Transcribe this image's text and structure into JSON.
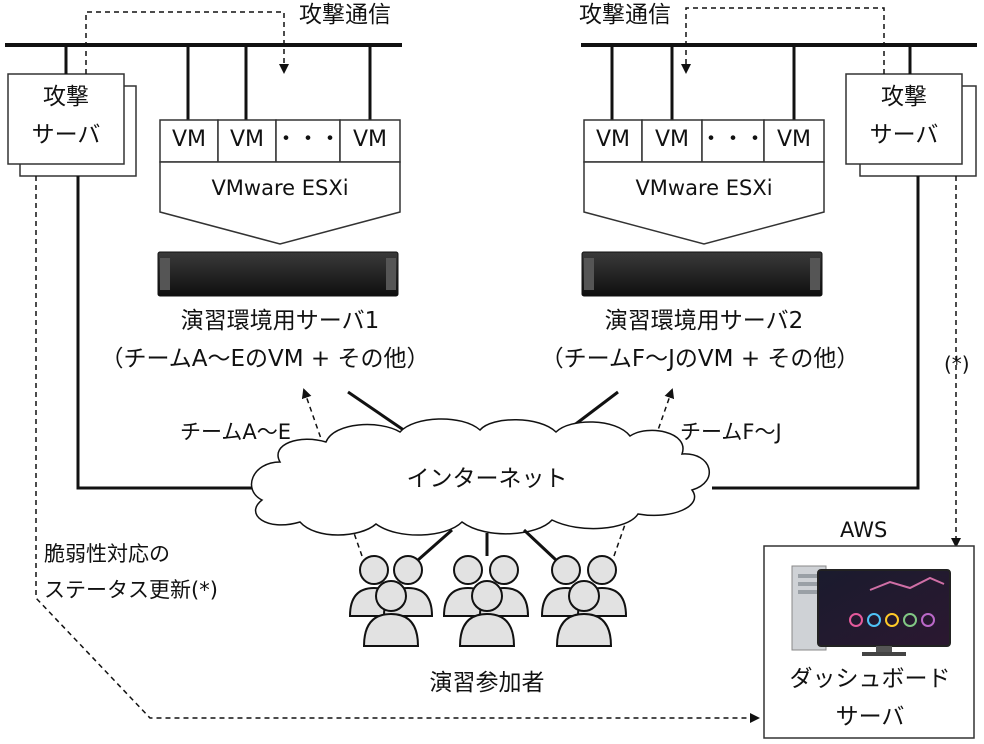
{
  "attack_comm_label_left": "攻撃通信",
  "attack_comm_label_right": "攻撃通信",
  "attack_server_left": {
    "line1": "攻撃",
    "line2": "サーバ"
  },
  "attack_server_right": {
    "line1": "攻撃",
    "line2": "サーバ"
  },
  "vm_label": "VM",
  "vm_dots": "・・・",
  "esxi_label": "VMware ESXi",
  "server_left": {
    "name": "演習環境用サーバ1",
    "desc": "（チームA〜EのVM + その他）"
  },
  "server_right": {
    "name": "演習環境用サーバ2",
    "desc": "（チームF〜JのVM + その他）"
  },
  "team_left": "チームA〜E",
  "team_right": "チームF〜J",
  "internet": "インターネット",
  "participants": "演習参加者",
  "vuln_status": {
    "line1": "脆弱性対応の",
    "line2": "ステータス更新(*)"
  },
  "asterisk_note": "(*)",
  "aws": "AWS",
  "dashboard": {
    "line1": "ダッシュボード",
    "line2": "サーバ"
  }
}
